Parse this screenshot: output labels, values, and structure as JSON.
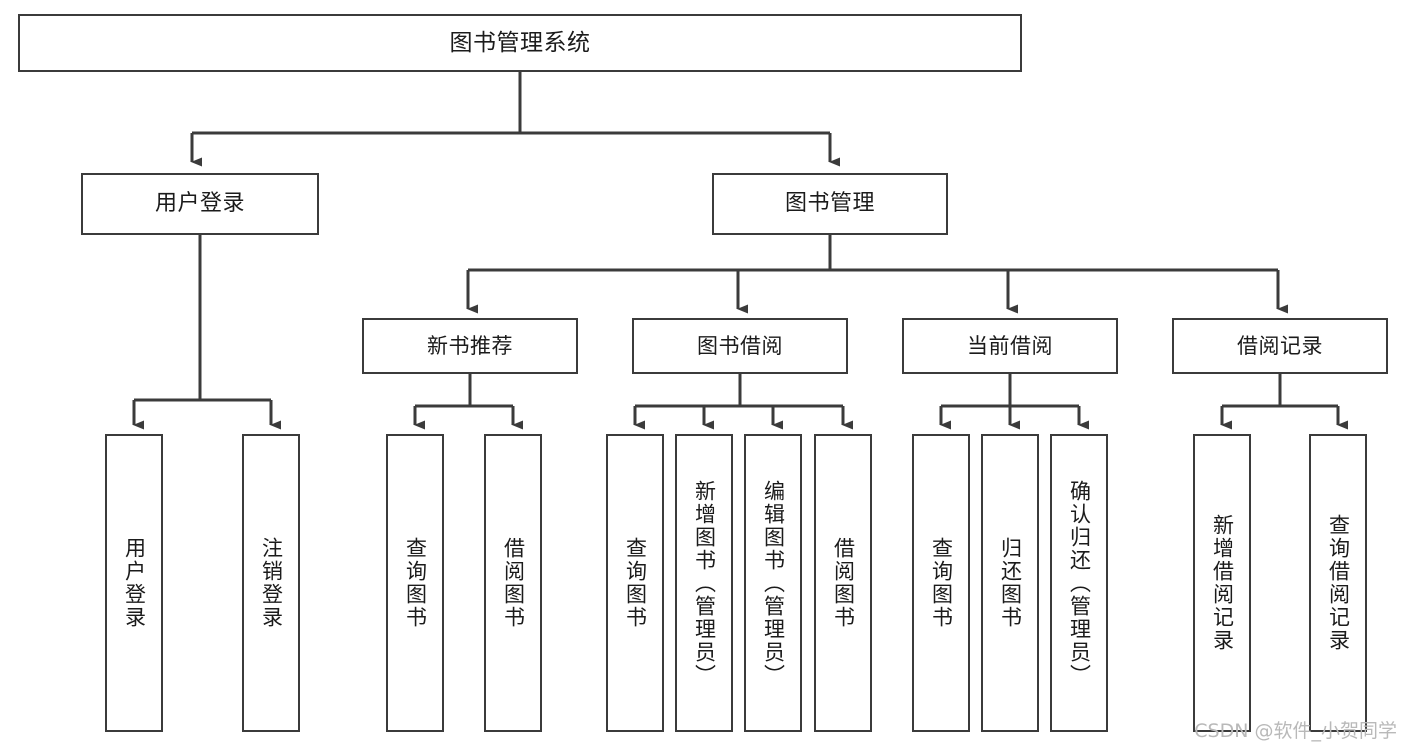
{
  "diagram": {
    "title": "图书管理系统",
    "type": "hierarchy-tree",
    "watermark": "CSDN @软件_小贺同学",
    "colors": {
      "box_border": "#3b3b3b",
      "box_fill": "#ffffff",
      "connector": "#3b3b3b",
      "text": "#1b1b1b",
      "watermark": "#b9b9b9",
      "background": "#ffffff"
    },
    "root": {
      "id": "root",
      "label": "图书管理系统"
    },
    "level1": [
      {
        "id": "user-login",
        "label": "用户登录"
      },
      {
        "id": "book-manage",
        "label": "图书管理"
      }
    ],
    "level2": [
      {
        "id": "new-book-recommend",
        "label": "新书推荐",
        "parent": "book-manage"
      },
      {
        "id": "book-borrow",
        "label": "图书借阅",
        "parent": "book-manage"
      },
      {
        "id": "current-borrow",
        "label": "当前借阅",
        "parent": "book-manage"
      },
      {
        "id": "borrow-record",
        "label": "借阅记录",
        "parent": "book-manage"
      }
    ],
    "leaves": [
      {
        "id": "leaf-user-login",
        "label": "用户登录",
        "parent": "user-login"
      },
      {
        "id": "leaf-logout",
        "label": "注销登录",
        "parent": "user-login"
      },
      {
        "id": "leaf-query-book-1",
        "label": "查询图书",
        "parent": "new-book-recommend"
      },
      {
        "id": "leaf-borrow-book-1",
        "label": "借阅图书",
        "parent": "new-book-recommend"
      },
      {
        "id": "leaf-query-book-2",
        "label": "查询图书",
        "parent": "book-borrow"
      },
      {
        "id": "leaf-add-book",
        "label": "新增图书（管理员）",
        "parent": "book-borrow"
      },
      {
        "id": "leaf-edit-book",
        "label": "编辑图书（管理员）",
        "parent": "book-borrow"
      },
      {
        "id": "leaf-borrow-book-2",
        "label": "借阅图书",
        "parent": "book-borrow"
      },
      {
        "id": "leaf-query-book-3",
        "label": "查询图书",
        "parent": "current-borrow"
      },
      {
        "id": "leaf-return-book",
        "label": "归还图书",
        "parent": "current-borrow"
      },
      {
        "id": "leaf-confirm-return",
        "label": "确认归还（管理员）",
        "parent": "current-borrow"
      },
      {
        "id": "leaf-add-record",
        "label": "新增借阅记录",
        "parent": "borrow-record"
      },
      {
        "id": "leaf-query-record",
        "label": "查询借阅记录",
        "parent": "borrow-record"
      }
    ]
  }
}
